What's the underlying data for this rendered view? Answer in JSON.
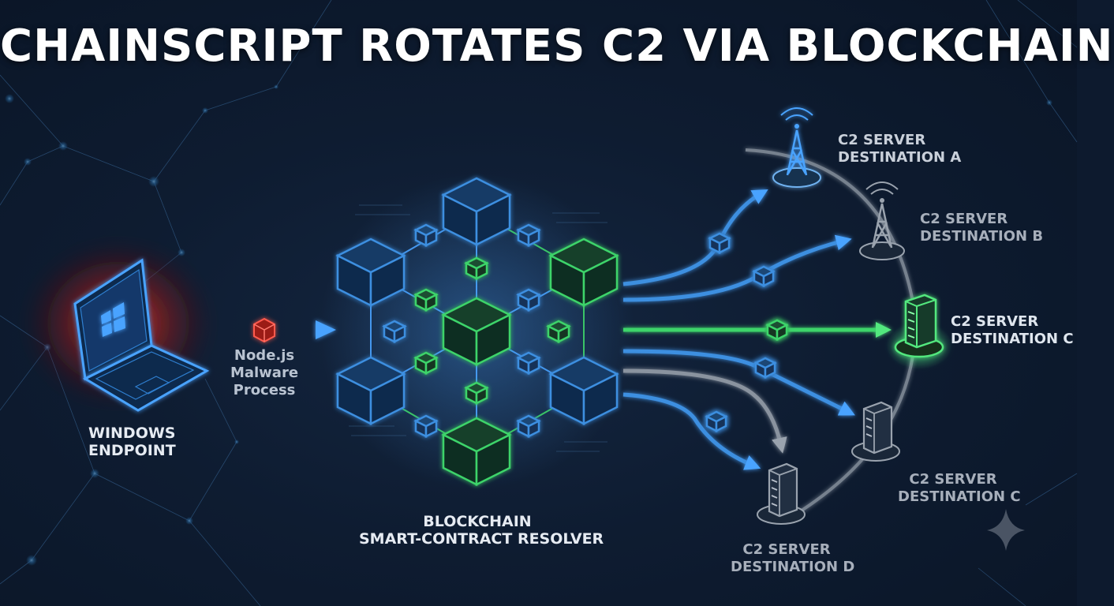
{
  "title": "CHAINSCRIPT ROTATES C2 VIA BLOCKCHAIN",
  "nodes": {
    "endpoint": {
      "line1": "WINDOWS",
      "line2": "ENDPOINT",
      "icon": "windows-laptop-icon"
    },
    "process": {
      "line1": "Node.js",
      "line2": "Malware",
      "line3": "Process",
      "icon": "malware-cube-icon"
    },
    "resolver": {
      "line1": "BLOCKCHAIN",
      "line2": "SMART-CONTRACT RESOLVER",
      "icon": "blockchain-cubes-icon"
    },
    "dest_a": {
      "line1": "C2 SERVER",
      "line2": "DESTINATION A",
      "icon": "radio-tower-icon"
    },
    "dest_b": {
      "line1": "C2 SERVER",
      "line2": "DESTINATION B",
      "icon": "radio-tower-icon"
    },
    "dest_c_active": {
      "line1": "C2 SERVER",
      "line2": "DESTINATION C",
      "icon": "server-icon"
    },
    "dest_c": {
      "line1": "C2 SERVER",
      "line2": "DESTINATION C",
      "icon": "server-icon"
    },
    "dest_d": {
      "line1": "C2 SERVER",
      "line2": "DESTINATION D",
      "icon": "server-icon"
    }
  },
  "colors": {
    "background": "#0e1c31",
    "endpoint_glow": "#e0322b",
    "blue": "#3d8fe0",
    "green": "#3ed46a",
    "gray": "#8a939f",
    "title": "#ffffff"
  }
}
